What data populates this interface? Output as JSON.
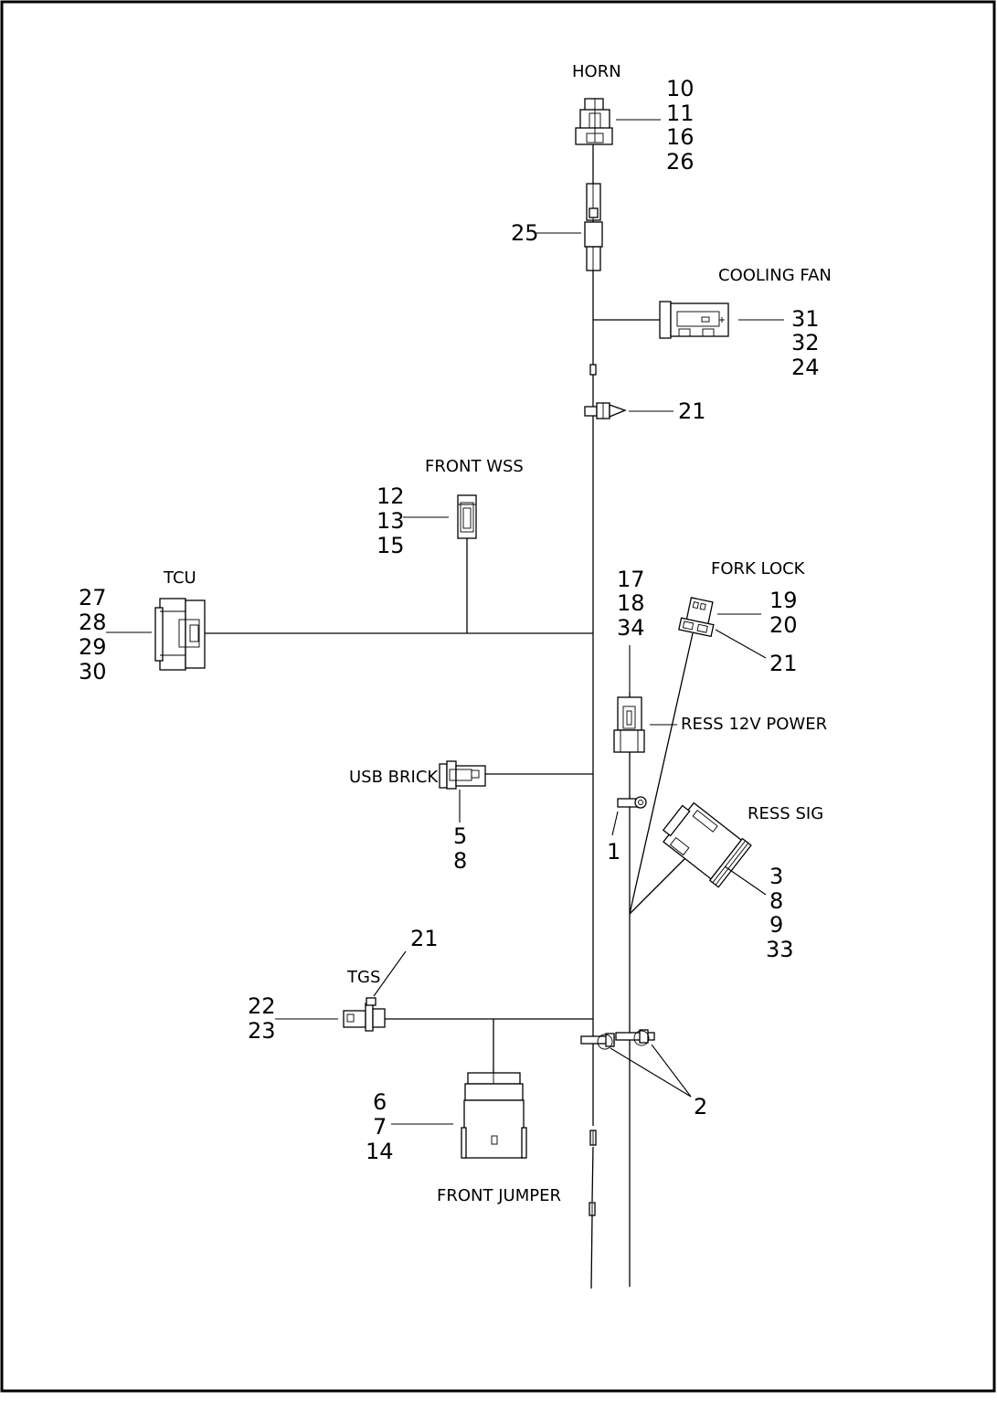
{
  "connectors": {
    "horn": "HORN",
    "cooling_fan": "COOLING FAN",
    "front_wss": "FRONT WSS",
    "tcu": "TCU",
    "fork_lock": "FORK LOCK",
    "ress_12v_power": "RESS 12V POWER",
    "usb_brick": "USB BRICK",
    "ress_sig": "RESS SIG",
    "tgs": "TGS",
    "front_jumper": "FRONT JUMPER"
  },
  "callouts": {
    "horn": [
      "10",
      "11",
      "16",
      "26"
    ],
    "fuse_holder": [
      "25"
    ],
    "cooling_fan": [
      "31",
      "32",
      "24"
    ],
    "clip_upper": [
      "21"
    ],
    "front_wss": [
      "12",
      "13",
      "15"
    ],
    "tcu": [
      "27",
      "28",
      "29",
      "30"
    ],
    "ress_12v_power": [
      "17",
      "18",
      "34"
    ],
    "fork_lock": [
      "19",
      "20"
    ],
    "fork_lock_clip": [
      "21"
    ],
    "usb_brick": [
      "5",
      "8"
    ],
    "ring_terminal": [
      "1"
    ],
    "ress_sig": [
      "3",
      "8",
      "9",
      "33"
    ],
    "tgs_clip": [
      "21"
    ],
    "tgs": [
      "22",
      "23"
    ],
    "front_jumper": [
      "6",
      "7",
      "14"
    ],
    "cable_straps": [
      "2"
    ]
  }
}
